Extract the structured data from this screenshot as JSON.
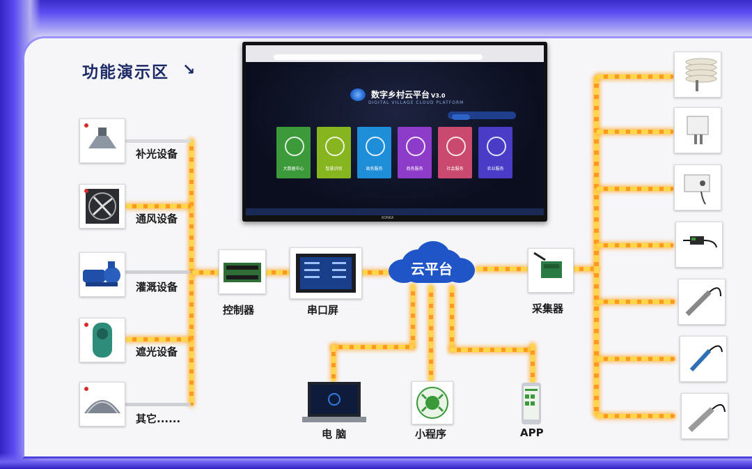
{
  "zone": {
    "title": "功能演示区",
    "arrow": "↘"
  },
  "actuators": [
    {
      "label": "补光设备"
    },
    {
      "label": "通风设备"
    },
    {
      "label": "灌溉设备"
    },
    {
      "label": "遮光设备"
    },
    {
      "label": "其它......"
    }
  ],
  "chain": {
    "controller": "控制器",
    "serial_screen": "串口屏",
    "cloud": "云平台",
    "collector": "采集器"
  },
  "clients": {
    "pc": "电 脑",
    "mini_program": "小程序",
    "app": "APP"
  },
  "screen": {
    "title": "数字乡村云平台",
    "version": "V3.0",
    "subtitle": "DIGITAL VILLAGE CLOUD PLATFORM",
    "brand": "KONKA",
    "cards": [
      {
        "label": "大数据中心",
        "color": "#3d9a3a"
      },
      {
        "label": "智慧识别",
        "color": "#86b51f"
      },
      {
        "label": "政务服务",
        "color": "#1f8ed9"
      },
      {
        "label": "商务服务",
        "color": "#8d3cc9"
      },
      {
        "label": "社会服务",
        "color": "#c94a6e"
      },
      {
        "label": "农业服务",
        "color": "#4b3cc7"
      }
    ]
  },
  "colors": {
    "neon": "#4b3ce0",
    "led": "#ffb020",
    "cloud": "#1f55c7"
  }
}
